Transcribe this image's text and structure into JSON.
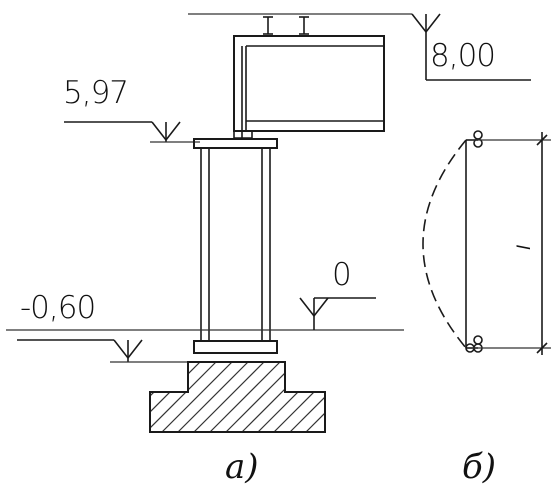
{
  "levels": {
    "top": "8,00",
    "support": "5,97",
    "ground": "0",
    "base": "-0,60"
  },
  "dimension_label": "l",
  "captions": {
    "a": "а)",
    "b": "б)"
  }
}
